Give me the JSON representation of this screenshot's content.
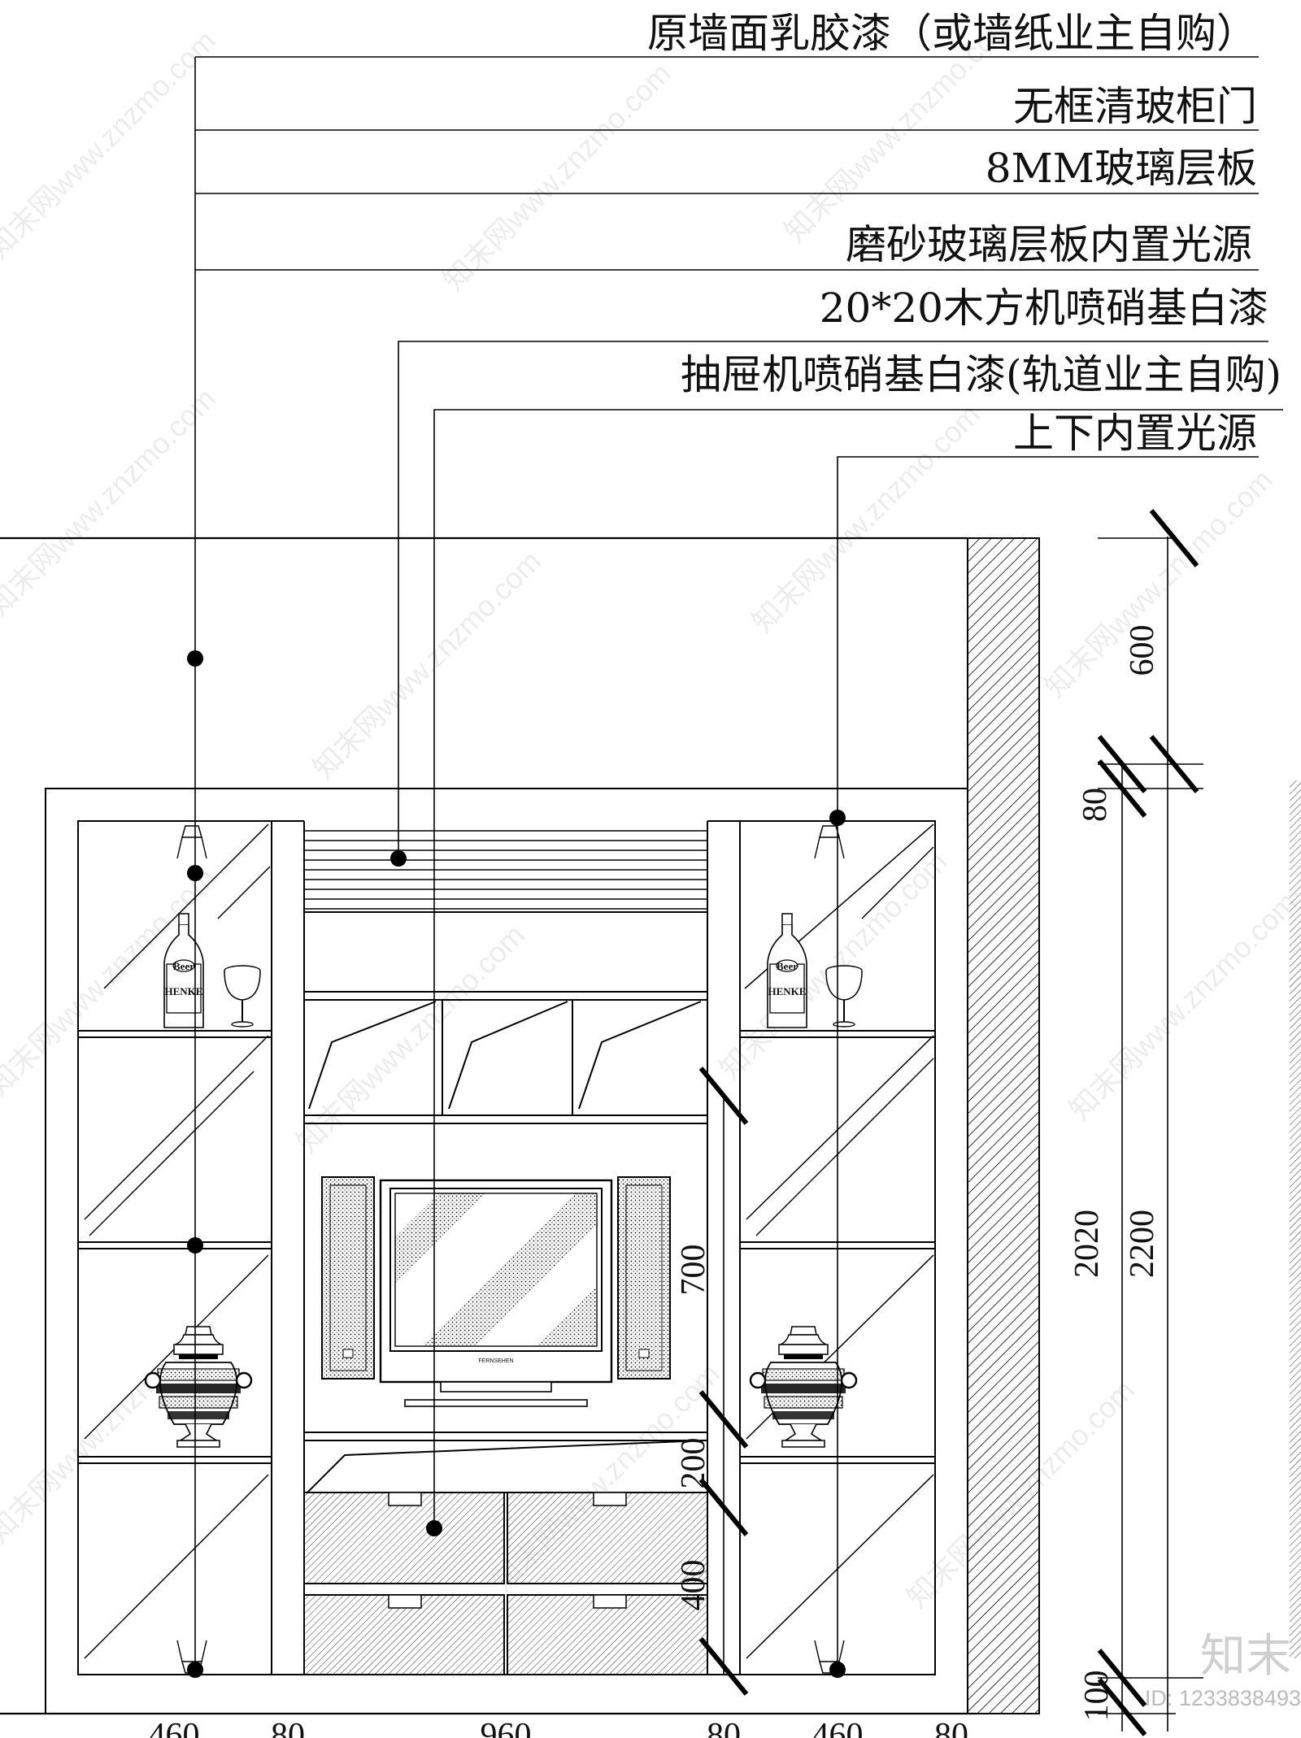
{
  "callouts": [
    {
      "text": "原墙面乳胶漆（或墙纸业主自购）"
    },
    {
      "text": "无框清玻柜门"
    },
    {
      "text": "8MM玻璃层板"
    },
    {
      "text": "磨砂玻璃层板内置光源"
    },
    {
      "text": "20*20木方机喷硝基白漆"
    },
    {
      "text": "抽屉机喷硝基白漆(轨道业主自购)"
    },
    {
      "text": "上下内置光源"
    }
  ],
  "dimensions": {
    "right": {
      "d600": "600",
      "d80": "80",
      "d2020": "2020",
      "d2200": "2200",
      "d100": "100"
    },
    "inner": {
      "d700": "700",
      "d200": "200",
      "d400": "400"
    },
    "bottom": [
      "460",
      "80",
      "960",
      "80",
      "460",
      "80"
    ]
  },
  "objects": {
    "bottle_top": "Beer",
    "bottle_brand": "HENKE",
    "tv_brand": "FERNSEHEN"
  },
  "watermark": {
    "text": "知末网www.znzmo.com",
    "logo": "知末",
    "id": "ID: 1233838493"
  },
  "colors": {
    "line": "#000000",
    "watermark": "#dddddd"
  }
}
